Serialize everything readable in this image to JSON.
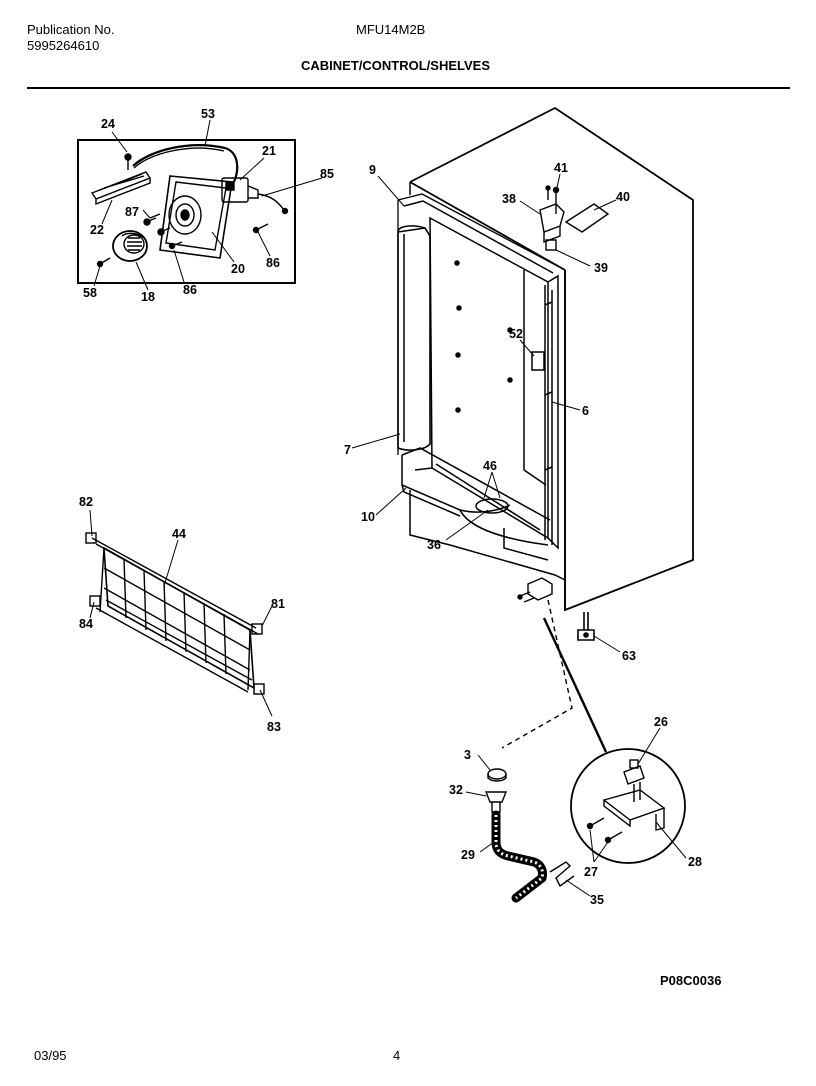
{
  "header": {
    "publication_label": "Publication No.",
    "publication_number": "5995264610",
    "model": "MFU14M2B",
    "section_title": "CABINET/CONTROL/SHELVES"
  },
  "footer": {
    "date": "03/95",
    "page": "4",
    "drawing_code": "P08C0036"
  },
  "callouts": [
    "24",
    "53",
    "21",
    "85",
    "22",
    "87",
    "20",
    "86",
    "58",
    "18",
    "86",
    "9",
    "41",
    "38",
    "40",
    "39",
    "52",
    "6",
    "7",
    "46",
    "10",
    "36",
    "82",
    "44",
    "81",
    "84",
    "83",
    "63",
    "3",
    "26",
    "32",
    "29",
    "27",
    "28",
    "35"
  ]
}
